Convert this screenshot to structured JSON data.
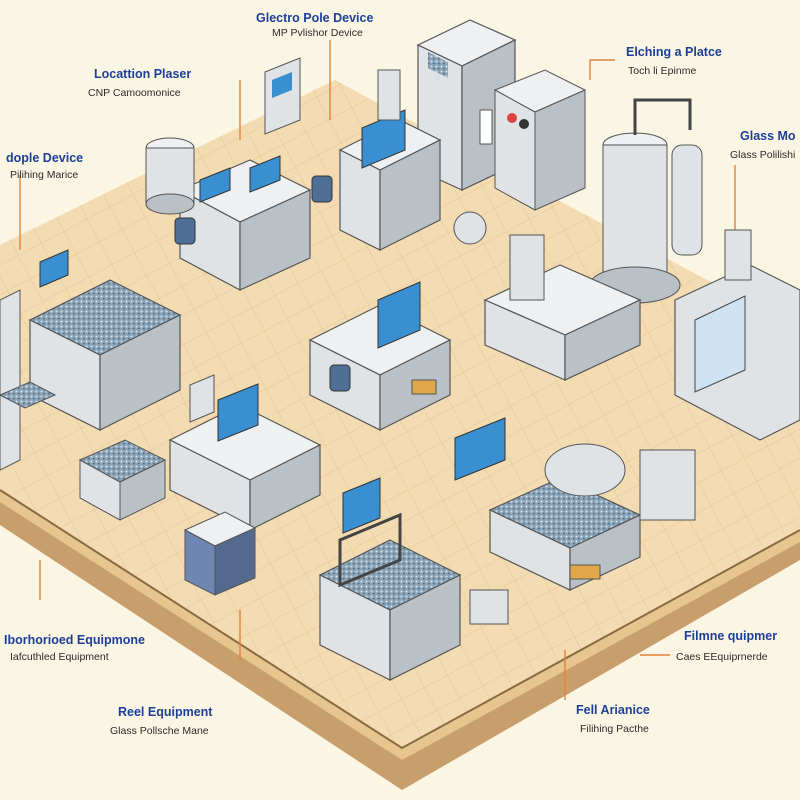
{
  "labels": {
    "top_center_1": "Glectro Pole Device",
    "top_center_2": "MP Pvlishor Device",
    "top_right_1": "Elching a Platce",
    "top_right_2": "Toch li Epinme",
    "left_top_1": "Locattion Plaser",
    "left_top_2": "CNP Camoomonice",
    "left_mid_1": "dople Device",
    "left_mid_2": "Pilihing Marice",
    "right_edge_1": "Glass Mo",
    "right_edge_2": "Glass Polilishi",
    "left_bottom_1": "Iborhorioed Equipmone",
    "left_bottom_2": "Iafcuthled Equipment",
    "bottom_left_1": "Reel Equipment",
    "bottom_left_2": "Glass Pollsche Mane",
    "right_bottom_1": "Filmne quipmer",
    "right_bottom_2": "Caes EEquiprnerde",
    "bottom_right_1": "Fell Arianice",
    "bottom_right_2": "Filihing Pacthe"
  },
  "colors": {
    "background": "#fbf5e4",
    "floor_tile": "#f3dcb2",
    "floor_edge": "#c89f6c",
    "machine_body": "#dfe3e6",
    "machine_shadow": "#a9b1b7",
    "screen": "#3a8fd1",
    "label_blue": "#1c3f97",
    "leader_line": "#e0843c"
  }
}
